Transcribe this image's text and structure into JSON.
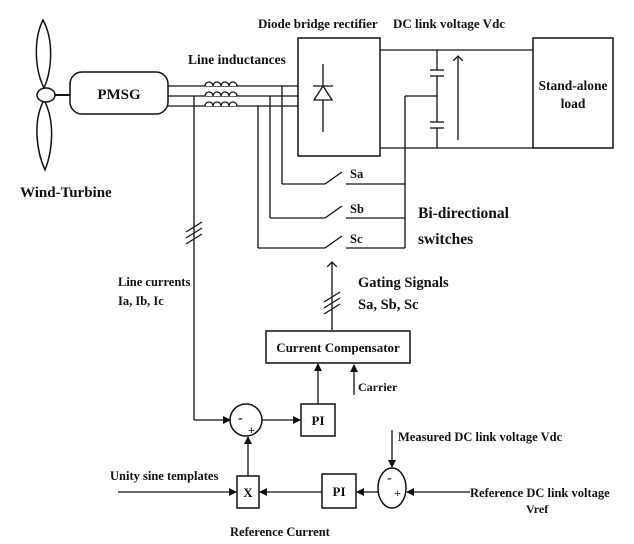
{
  "labels": {
    "pmsg": "PMSG",
    "wind_turbine": "Wind-Turbine",
    "line_inductances": "Line inductances",
    "diode_bridge": "Diode bridge rectifier",
    "dc_link": "DC link voltage Vdc",
    "load_line1": "Stand-alone",
    "load_line2": "load",
    "sa": "Sa",
    "sb": "Sb",
    "sc": "Sc",
    "bidir_line1": "Bi-directional",
    "bidir_line2": "switches",
    "line_currents_line1": "Line currents",
    "line_currents_line2": "Ia, Ib, Ic",
    "gating_line1": "Gating Signals",
    "gating_line2": "Sa, Sb, Sc",
    "current_compensator": "Current Compensator",
    "carrier": "Carrier",
    "pi_upper": "PI",
    "pi_lower": "PI",
    "multiplier": "X",
    "sum_upper_minus": "-",
    "sum_upper_plus": "+",
    "sum_lower_minus": "-",
    "sum_lower_plus": "+",
    "measured_dc": "Measured DC link voltage Vdc",
    "unity_sine": "Unity sine templates",
    "reference_dc_line1": "Reference DC link voltage",
    "reference_dc_line2": "Vref",
    "reference_current": "Reference Current"
  }
}
